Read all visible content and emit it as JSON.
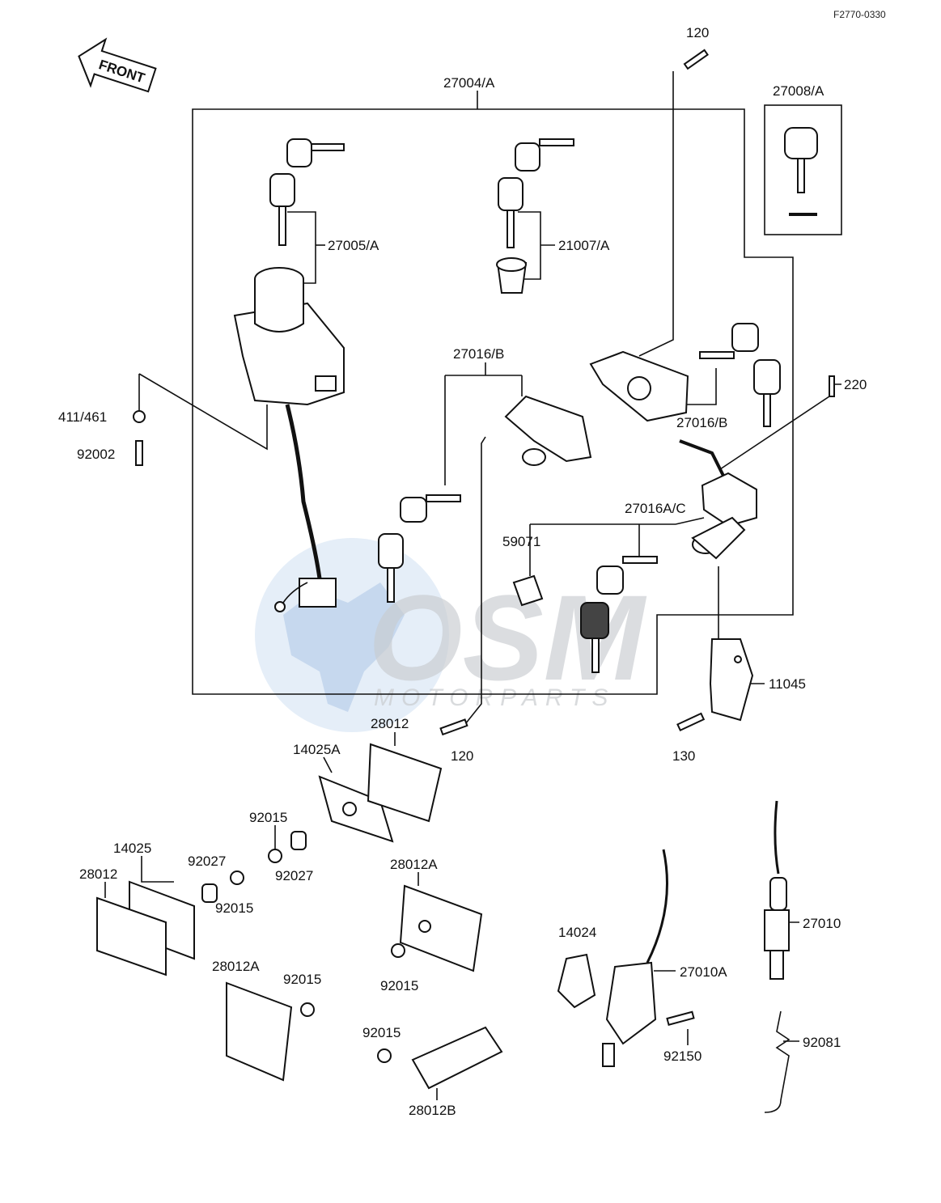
{
  "diagram_ref": "F2770-0330",
  "front_label": "FRONT",
  "watermark": {
    "logo": "OSM",
    "tagline": "MOTORPARTS"
  },
  "labels": {
    "p120_top": "120",
    "p27004": "27004/A",
    "p27008": "27008/A",
    "p27005": "27005/A",
    "p21007": "21007/A",
    "p27016b_center": "27016/B",
    "p27016b_right": "27016/B",
    "p220": "220",
    "p411": "411/461",
    "p92002": "92002",
    "p27016ac": "27016A/C",
    "p59071": "59071",
    "p11045": "11045",
    "p28012_top": "28012",
    "p120_mid": "120",
    "p130": "130",
    "p14025a": "14025A",
    "p92015_a": "92015",
    "p92027_a": "92027",
    "p14025": "14025",
    "p28012_left": "28012",
    "p92027_b": "92027",
    "p92015_b": "92015",
    "p28012a_center": "28012A",
    "p92015_c": "92015",
    "p28012a_left": "28012A",
    "p92015_d": "92015",
    "p92015_e": "92015",
    "p28012b": "28012B",
    "p14024": "14024",
    "p27010a": "27010A",
    "p92150": "92150",
    "p27010": "27010",
    "p92081": "92081"
  }
}
